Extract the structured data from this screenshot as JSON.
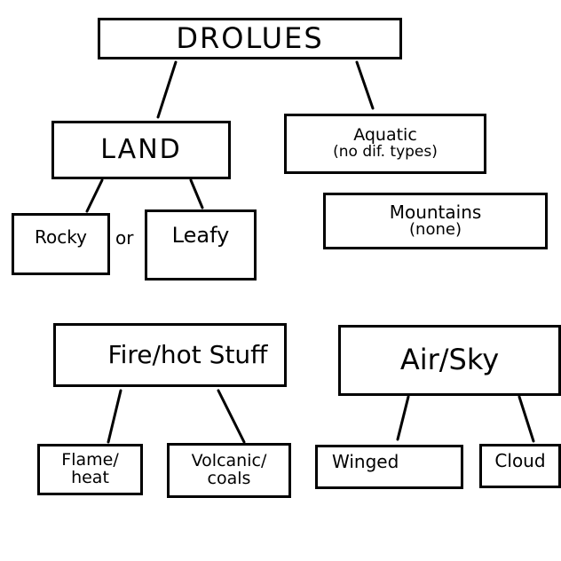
{
  "diagram": {
    "root": {
      "label": "DROLUES"
    },
    "land": {
      "label": "LAND",
      "children": [
        {
          "label": "Rocky"
        },
        {
          "label": "Leafy"
        }
      ],
      "connector": "or"
    },
    "aquatic": {
      "label": "Aquatic",
      "note": "(no dif. types)"
    },
    "mountains": {
      "label": "Mountains",
      "note": "(none)"
    },
    "fire": {
      "label": "Fire/hot Stuff",
      "children": [
        {
          "label": "Flame/",
          "label2": "heat"
        },
        {
          "label": "Volcanic/",
          "label2": "coals"
        }
      ]
    },
    "air": {
      "label": "Air/Sky",
      "children": [
        {
          "label": "Winged"
        },
        {
          "label": "Cloud"
        }
      ]
    }
  },
  "style": {
    "stroke": "#000000",
    "background": "#ffffff"
  }
}
